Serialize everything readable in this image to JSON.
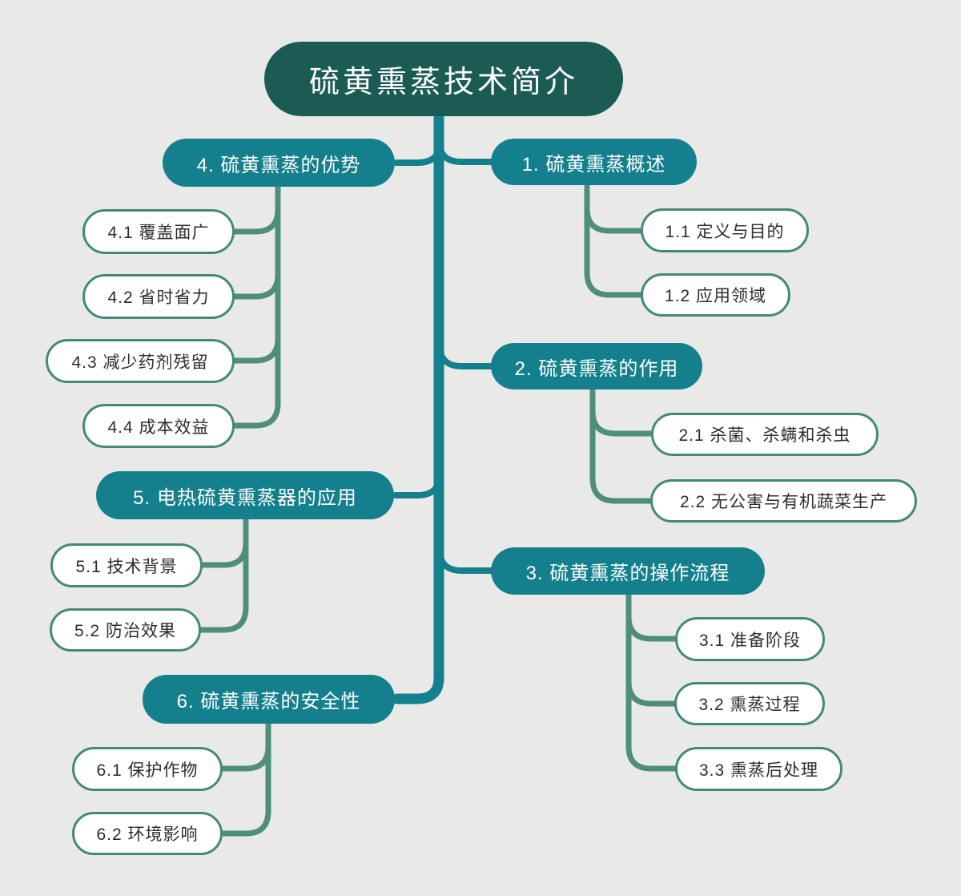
{
  "mindmap": {
    "root": {
      "label": "硫黄熏蒸技术简介"
    },
    "branches": [
      {
        "label": "1. 硫黄熏蒸概述",
        "children": [
          {
            "label": "1.1 定义与目的"
          },
          {
            "label": "1.2 应用领域"
          }
        ]
      },
      {
        "label": "2. 硫黄熏蒸的作用",
        "children": [
          {
            "label": "2.1 杀菌、杀螨和杀虫"
          },
          {
            "label": "2.2 无公害与有机蔬菜生产"
          }
        ]
      },
      {
        "label": "3. 硫黄熏蒸的操作流程",
        "children": [
          {
            "label": "3.1 准备阶段"
          },
          {
            "label": "3.2 熏蒸过程"
          },
          {
            "label": "3.3 熏蒸后处理"
          }
        ]
      },
      {
        "label": "4. 硫黄熏蒸的优势",
        "children": [
          {
            "label": "4.1 覆盖面广"
          },
          {
            "label": "4.2 省时省力"
          },
          {
            "label": "4.3 减少药剂残留"
          },
          {
            "label": "4.4 成本效益"
          }
        ]
      },
      {
        "label": "5. 电热硫黄熏蒸器的应用",
        "children": [
          {
            "label": "5.1 技术背景"
          },
          {
            "label": "5.2 防治效果"
          }
        ]
      },
      {
        "label": "6. 硫黄熏蒸的安全性",
        "children": [
          {
            "label": "6.1 保护作物"
          },
          {
            "label": "6.2 环境影响"
          }
        ]
      }
    ]
  },
  "colors": {
    "background": "#e9e9e8",
    "root_fill": "#1a5b53",
    "branch_fill": "#15808d",
    "leaf_fill": "#ffffff",
    "leaf_border": "#43897a",
    "leaf_connector": "#4e8e7d",
    "root_text": "#ffffff",
    "branch_text": "#ffffff",
    "leaf_text": "#2d2d2d"
  }
}
